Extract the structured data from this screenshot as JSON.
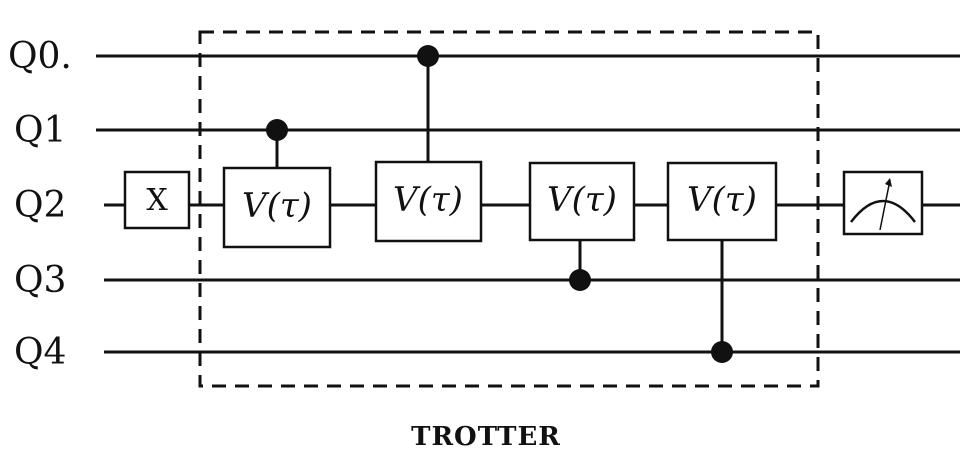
{
  "qubits": [
    "Q0.",
    "Q1",
    "Q2",
    "Q3",
    "Q4"
  ],
  "x_gate": {
    "label": "X"
  },
  "v_gates": [
    {
      "label": "V(τ)",
      "control": "Q1"
    },
    {
      "label": "V(τ)",
      "control": "Q0."
    },
    {
      "label": "V(τ)",
      "control": "Q3"
    },
    {
      "label": "V(τ)",
      "control": "Q4"
    }
  ],
  "trotter": {
    "label": "TROTTER"
  },
  "measurement": {
    "icon": "meter-icon"
  }
}
